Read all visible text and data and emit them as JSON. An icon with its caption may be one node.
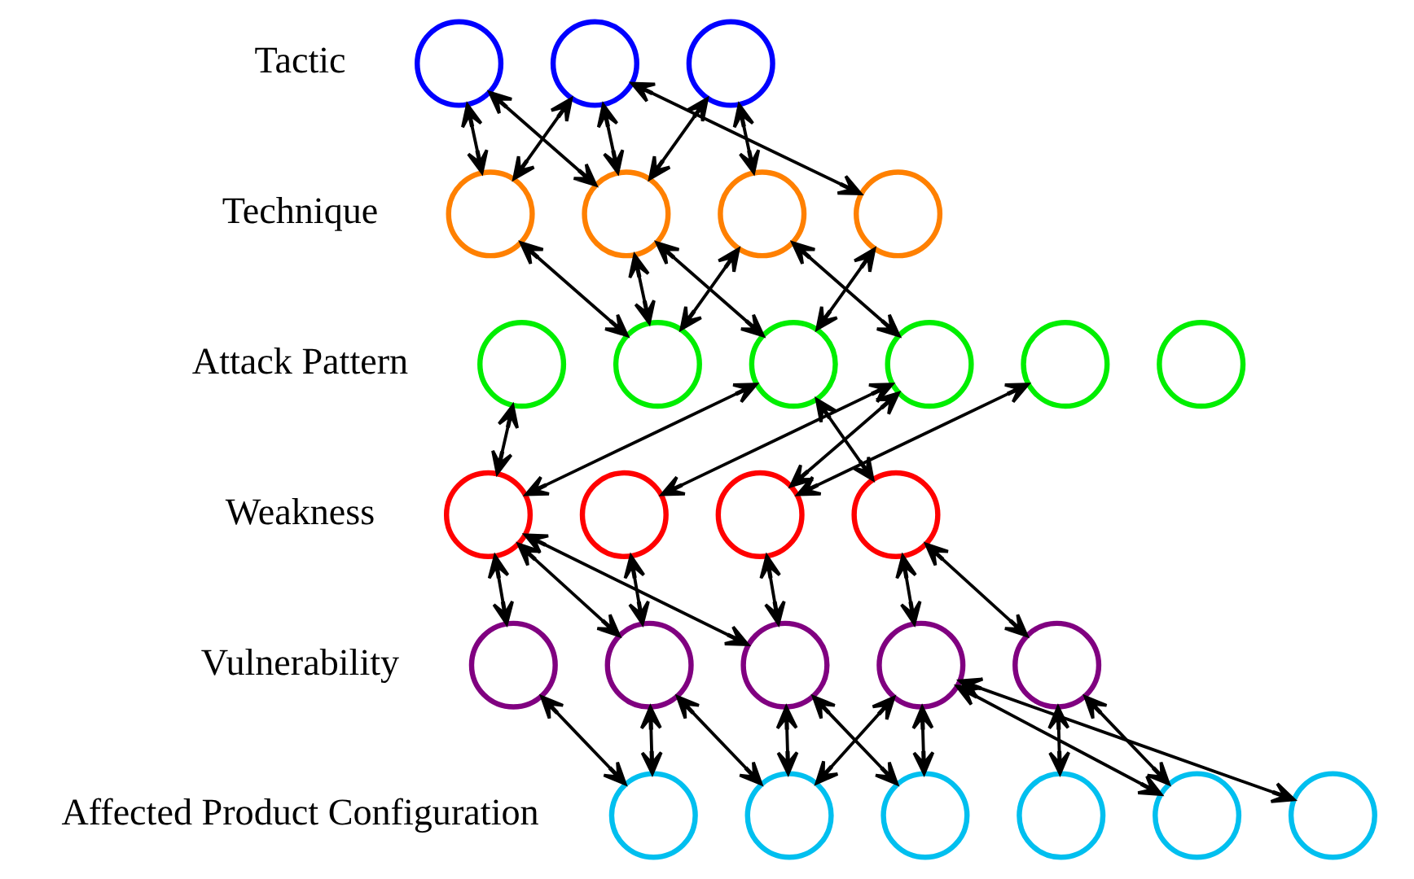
{
  "diagram": {
    "nodes": [
      {
        "text": [],
        "shape": "circle"
      },
      {
        "text": [],
        "shape": "circle"
      },
      {
        "text": [],
        "shape": "circle"
      },
      {
        "text": [],
        "shape": "circle"
      },
      {
        "text": [],
        "shape": "circle"
      },
      {
        "text": [],
        "shape": "circle"
      },
      {
        "text": [],
        "shape": "circle"
      },
      {
        "text": [],
        "shape": "circle"
      },
      {
        "text": [],
        "shape": "circle"
      },
      {
        "text": [],
        "shape": "circle"
      },
      {
        "text": [],
        "shape": "circle"
      },
      {
        "text": [],
        "shape": "circle"
      },
      {
        "text": [],
        "shape": "circle"
      },
      {
        "text": [],
        "shape": "circle"
      },
      {
        "text": [],
        "shape": "circle"
      },
      {
        "text": [],
        "shape": "circle"
      },
      {
        "text": [],
        "shape": "circle"
      },
      {
        "text": [],
        "shape": "circle"
      },
      {
        "text": [],
        "shape": "circle"
      },
      {
        "text": [],
        "shape": "circle"
      },
      {
        "text": [],
        "shape": "circle"
      },
      {
        "text": [],
        "shape": "circle"
      },
      {
        "text": [],
        "shape": "circle"
      },
      {
        "text": [],
        "shape": "circle"
      },
      {
        "text": [],
        "shape": "circle"
      },
      {
        "text": [],
        "shape": "circle"
      },
      {
        "text": [],
        "shape": "circle"
      },
      {
        "text": [],
        "shape": "circle"
      }
    ],
    "edges": [
      {
        "from": 0,
        "to": 3,
        "arrow": "both"
      },
      {
        "from": 0,
        "to": 4,
        "arrow": "both"
      },
      {
        "from": 1,
        "to": 3,
        "arrow": "both"
      },
      {
        "from": 1,
        "to": 4,
        "arrow": "both"
      },
      {
        "from": 2,
        "to": 4,
        "arrow": "both"
      },
      {
        "from": 2,
        "to": 5,
        "arrow": "both"
      },
      {
        "from": 1,
        "to": 6,
        "arrow": "both"
      },
      {
        "from": 3,
        "to": 8,
        "arrow": "both"
      },
      {
        "from": 4,
        "to": 8,
        "arrow": "both"
      },
      {
        "from": 4,
        "to": 9,
        "arrow": "both"
      },
      {
        "from": 5,
        "to": 8,
        "arrow": "both"
      },
      {
        "from": 5,
        "to": 10,
        "arrow": "both"
      },
      {
        "from": 6,
        "to": 9,
        "arrow": "both"
      },
      {
        "from": 7,
        "to": 13,
        "arrow": "both"
      },
      {
        "from": 9,
        "to": 13,
        "arrow": "both"
      },
      {
        "from": 10,
        "to": 14,
        "arrow": "both"
      },
      {
        "from": 9,
        "to": 16,
        "arrow": "both"
      },
      {
        "from": 10,
        "to": 15,
        "arrow": "both"
      },
      {
        "from": 11,
        "to": 15,
        "arrow": "both"
      },
      {
        "from": 13,
        "to": 17,
        "arrow": "both"
      },
      {
        "from": 13,
        "to": 18,
        "arrow": "both"
      },
      {
        "from": 14,
        "to": 18,
        "arrow": "both"
      },
      {
        "from": 13,
        "to": 19,
        "arrow": "both"
      },
      {
        "from": 15,
        "to": 19,
        "arrow": "both"
      },
      {
        "from": 16,
        "to": 20,
        "arrow": "both"
      },
      {
        "from": 16,
        "to": 21,
        "arrow": "both"
      },
      {
        "from": 17,
        "to": 22,
        "arrow": "both"
      },
      {
        "from": 18,
        "to": 22,
        "arrow": "both"
      },
      {
        "from": 18,
        "to": 23,
        "arrow": "both"
      },
      {
        "from": 19,
        "to": 23,
        "arrow": "both"
      },
      {
        "from": 19,
        "to": 24,
        "arrow": "both"
      },
      {
        "from": 20,
        "to": 23,
        "arrow": "both"
      },
      {
        "from": 20,
        "to": 24,
        "arrow": "both"
      },
      {
        "from": 21,
        "to": 25,
        "arrow": "both"
      },
      {
        "from": 21,
        "to": 26,
        "arrow": "both"
      },
      {
        "from": 20,
        "to": 26,
        "arrow": "both"
      },
      {
        "from": 20,
        "to": 27,
        "arrow": "both"
      }
    ],
    "labels": [
      "Tactic",
      "Technique",
      "Attack Pattern",
      "Weakness",
      "Vulnerability",
      "Affected Product Configuration"
    ]
  }
}
